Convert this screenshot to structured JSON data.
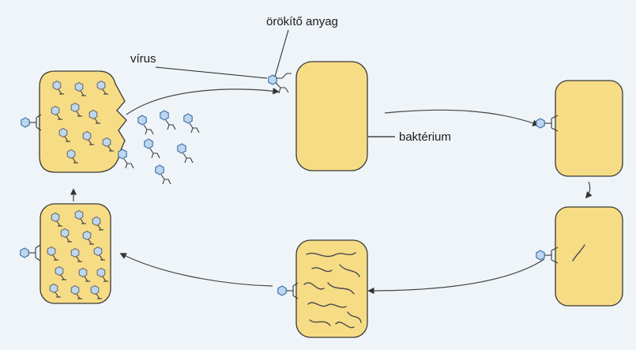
{
  "labels": {
    "genetic_material": "örökítő anyag",
    "virus": "vírus",
    "bacterium": "baktérium"
  },
  "colors": {
    "background": "#eef4f8",
    "bacterium_fill": "#f7dc86",
    "virus_head": "#bcd7ef",
    "virus_outline": "#3d6fa8",
    "outline": "#3a3a3a"
  },
  "stages": [
    "free-viruses-and-bacterium",
    "virus-attaches",
    "dna-injected",
    "dna-replicates",
    "new-viruses-assembled",
    "cell-bursts"
  ]
}
